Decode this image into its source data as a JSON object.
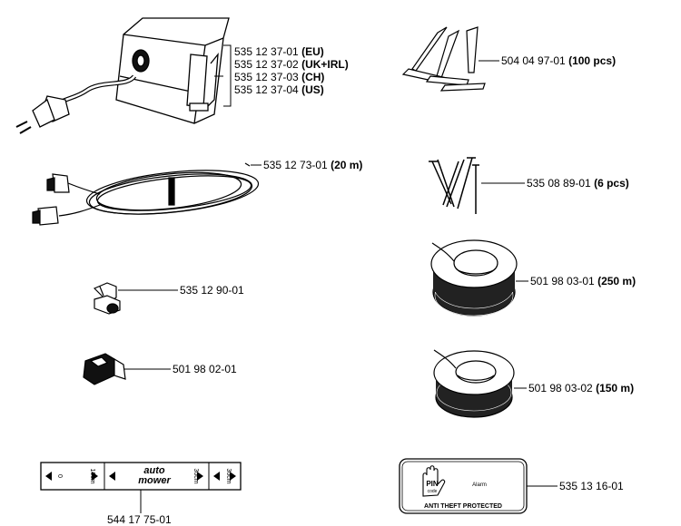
{
  "parts": {
    "charger": [
      {
        "number": "535 12 37-01",
        "qualifier": "(EU)"
      },
      {
        "number": "535 12 37-02",
        "qualifier": "(UK+IRL)"
      },
      {
        "number": "535 12 37-03",
        "qualifier": "(CH)"
      },
      {
        "number": "535 12 37-04",
        "qualifier": "(US)"
      }
    ],
    "pegs": {
      "number": "504 04 97-01",
      "qualifier": "(100 pcs)"
    },
    "cable": {
      "number": "535 12 73-01",
      "qualifier": "(20 m)"
    },
    "nails": {
      "number": "535 08 89-01",
      "qualifier": "(6 pcs)"
    },
    "wire_250": {
      "number": "501 98 03-01",
      "qualifier": "(250 m)"
    },
    "clip": {
      "number": "535 12 90-01"
    },
    "coupler": {
      "number": "501 98 02-01"
    },
    "wire_150": {
      "number": "501 98 03-02",
      "qualifier": "(150 m)"
    },
    "ruler": {
      "number": "544 17 75-01"
    },
    "sticker": {
      "number": "535 13 16-01"
    }
  },
  "ruler_text": {
    "mark_0": "0",
    "mark_10": "10cm",
    "brand_1": "auto",
    "brand_2": "mower",
    "mark_30a": "30cm",
    "mark_30b": "30cm"
  },
  "sticker_text": {
    "pin_1": "PIN",
    "pin_2": "code",
    "alarm": "Alarm",
    "protected": "ANTI THEFT PROTECTED"
  }
}
